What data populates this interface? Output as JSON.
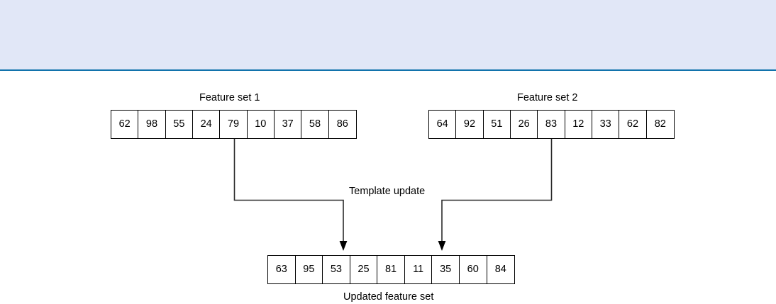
{
  "banner": {
    "background_color": "#e1e7f7",
    "border_color": "#1273ac"
  },
  "diagram": {
    "title_label": "Template update",
    "line_color": "#2b2b2b",
    "arrays": [
      {
        "name": "feature-set-1",
        "label": "Feature set 1",
        "values": [
          62,
          98,
          55,
          24,
          79,
          10,
          37,
          58,
          86
        ],
        "label_position": "above"
      },
      {
        "name": "feature-set-2",
        "label": "Feature set 2",
        "values": [
          64,
          92,
          51,
          26,
          83,
          12,
          33,
          62,
          82
        ],
        "label_position": "above"
      },
      {
        "name": "updated-feature-set",
        "label": "Updated feature set",
        "values": [
          63,
          95,
          53,
          25,
          81,
          11,
          35,
          60,
          84
        ],
        "label_position": "below"
      }
    ],
    "connectors": [
      {
        "name": "connector-left",
        "from_array": "feature-set-1",
        "from_cell_index": 4,
        "to_array": "updated-feature-set",
        "to_cell_index": 2,
        "arrowhead": "filled-triangle"
      },
      {
        "name": "connector-right",
        "from_array": "feature-set-2",
        "from_cell_index": 4,
        "to_array": "updated-feature-set",
        "to_cell_index": 6,
        "arrowhead": "filled-triangle"
      }
    ]
  }
}
